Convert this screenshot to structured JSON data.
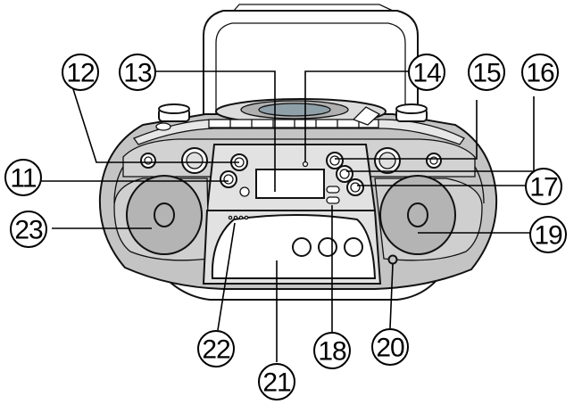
{
  "diagram": {
    "subject": "portable CD radio cassette player, front view",
    "callouts": [
      {
        "id": "c12",
        "label": "12"
      },
      {
        "id": "c13",
        "label": "13"
      },
      {
        "id": "c14",
        "label": "14"
      },
      {
        "id": "c15",
        "label": "15"
      },
      {
        "id": "c16",
        "label": "16"
      },
      {
        "id": "c11",
        "label": "11"
      },
      {
        "id": "c17",
        "label": "17"
      },
      {
        "id": "c23",
        "label": "23"
      },
      {
        "id": "c19",
        "label": "19"
      },
      {
        "id": "c22",
        "label": "22"
      },
      {
        "id": "c18",
        "label": "18"
      },
      {
        "id": "c20",
        "label": "20"
      },
      {
        "id": "c21",
        "label": "21"
      }
    ]
  },
  "colors": {
    "body": "#c4c4c4",
    "panel": "#d9d9d9",
    "light": "#f0f0f0",
    "line": "#111111",
    "background": "#ffffff"
  }
}
